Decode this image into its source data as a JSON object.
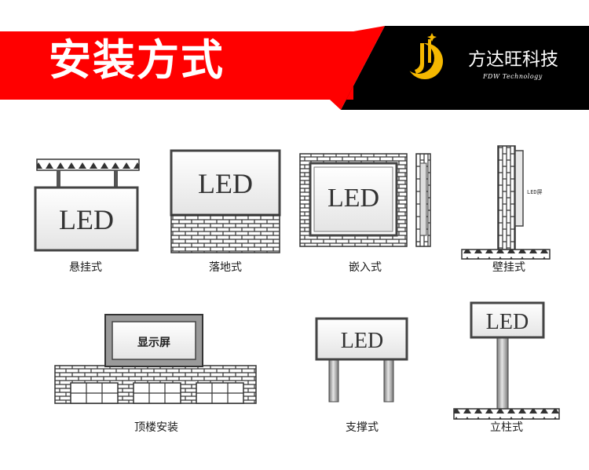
{
  "header": {
    "title": "安装方式",
    "brand_name": "方达旺科技",
    "brand_subtitle": "FDW Technology",
    "colors": {
      "red": "#ff0000",
      "black": "#000000",
      "gold": "#f5b800"
    }
  },
  "led_label": "LED",
  "display_label": "显示屏",
  "methods": [
    {
      "label": "悬挂式"
    },
    {
      "label": "落地式"
    },
    {
      "label": "嵌入式"
    },
    {
      "label": "壁挂式"
    },
    {
      "label": "顶楼安装"
    },
    {
      "label": "支撑式"
    },
    {
      "label": "立柱式"
    }
  ]
}
